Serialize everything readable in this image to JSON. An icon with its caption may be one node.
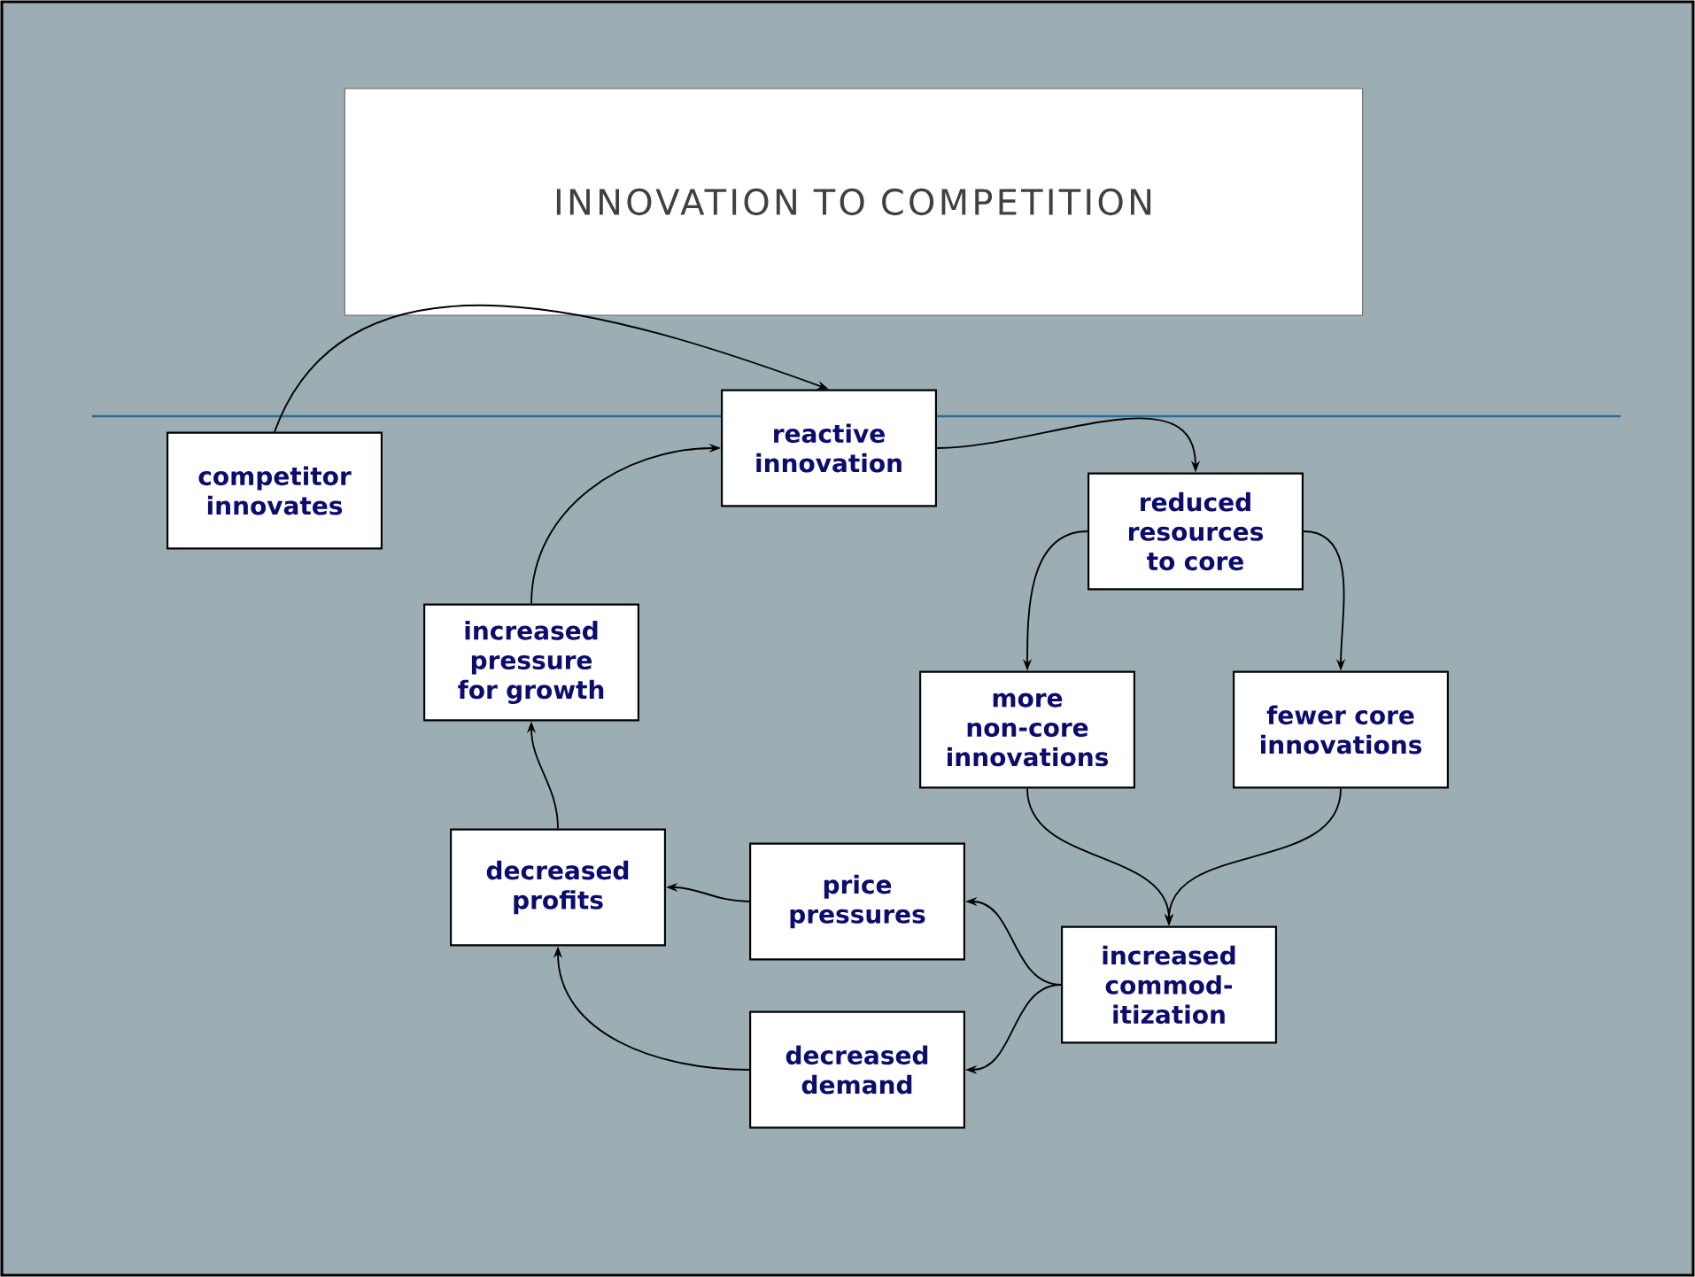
{
  "diagram": {
    "title": "INNOVATION TO COMPETITION",
    "nodes": [
      {
        "text": [
          "competitor innovates"
        ]
      },
      {
        "text": [
          "reactive innovation"
        ]
      },
      {
        "text": [
          "reduced resources to core"
        ]
      },
      {
        "text": [
          "increased pressure for growth"
        ]
      },
      {
        "text": [
          "more non-core innovations"
        ]
      },
      {
        "text": [
          "fewer core innovations"
        ]
      },
      {
        "text": [
          "decreased profits"
        ]
      },
      {
        "text": [
          "price pressures"
        ]
      },
      {
        "text": [
          "increased commod- itization"
        ]
      },
      {
        "text": [
          "decreased demand"
        ]
      }
    ],
    "edges": [
      {
        "from": 0,
        "to": 1,
        "arrow": "to"
      },
      {
        "from": 1,
        "to": 2,
        "arrow": "to"
      },
      {
        "from": 2,
        "to": 4,
        "arrow": "to"
      },
      {
        "from": 2,
        "to": 5,
        "arrow": "to"
      },
      {
        "from": 4,
        "to": 8,
        "arrow": "to"
      },
      {
        "from": 5,
        "to": 8,
        "arrow": "to"
      },
      {
        "from": 8,
        "to": 7,
        "arrow": "to"
      },
      {
        "from": 8,
        "to": 9,
        "arrow": "to"
      },
      {
        "from": 7,
        "to": 6,
        "arrow": "to"
      },
      {
        "from": 9,
        "to": 6,
        "arrow": "to"
      },
      {
        "from": 6,
        "to": 3,
        "arrow": "to"
      },
      {
        "from": 3,
        "to": 1,
        "arrow": "to"
      }
    ]
  }
}
